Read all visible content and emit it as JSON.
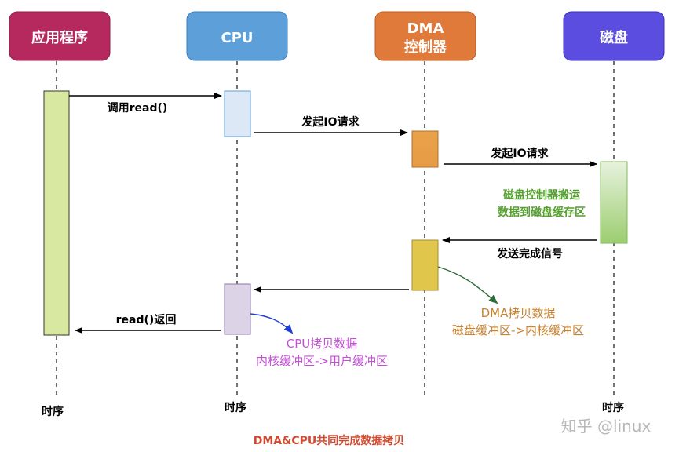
{
  "participants": [
    {
      "id": "app",
      "label": "应用程序",
      "fill": "#b5295f",
      "text_color": "#ffffff"
    },
    {
      "id": "cpu",
      "label": "CPU",
      "fill": "#5c9fd9",
      "text_color": "#ffffff"
    },
    {
      "id": "dma",
      "label_line1": "DMA",
      "label_line2": "控制器",
      "fill": "#e07a3a",
      "text_color": "#ffffff"
    },
    {
      "id": "disk",
      "label": "磁盘",
      "fill": "#5a4ddf",
      "text_color": "#ffffff"
    }
  ],
  "messages": {
    "m1": "调用read()",
    "m2": "发起IO请求",
    "m3": "发起IO请求",
    "m4": "发送完成信号",
    "m6": "read()返回"
  },
  "notes": {
    "disk_line1": "磁盘控制器搬运",
    "disk_line2": "数据到磁盘缓存区",
    "disk_color": "#55a02f",
    "dma_line1": "DMA拷贝数据",
    "dma_line2": "磁盘缓冲区->内核缓冲区",
    "dma_color": "#c9822f",
    "cpu_line1": "CPU拷贝数据",
    "cpu_line2": "内核缓冲区->用户缓冲区",
    "cpu_color": "#c44fd6"
  },
  "timeline_labels": {
    "app": "时序",
    "cpu": "时序",
    "disk": "时序"
  },
  "footer": {
    "title": "DMA&CPU共同完成数据拷贝",
    "color": "#d04a2f"
  },
  "watermark": "知乎 @linux"
}
